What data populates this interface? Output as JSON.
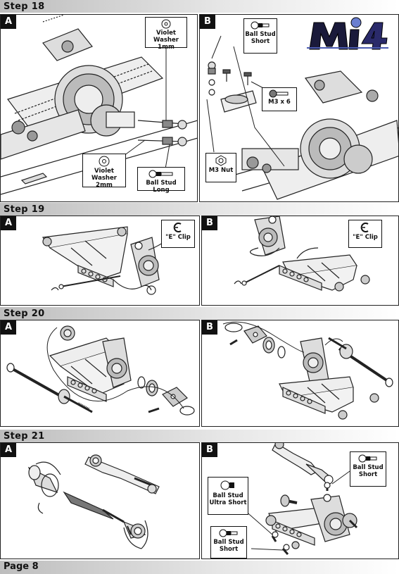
{
  "logo_text": "Mi4",
  "steps": [
    {
      "title": "Step 18"
    },
    {
      "title": "Step 19"
    },
    {
      "title": "Step 20"
    },
    {
      "title": "Step 21"
    }
  ],
  "panels": {
    "s18a": {
      "badge": "A"
    },
    "s18b": {
      "badge": "B"
    },
    "s19a": {
      "badge": "A"
    },
    "s19b": {
      "badge": "B"
    },
    "s20a": {
      "badge": "A"
    },
    "s20b": {
      "badge": "B"
    },
    "s21a": {
      "badge": "A"
    },
    "s21b": {
      "badge": "B"
    }
  },
  "callouts": {
    "violet_washer_1mm": {
      "line1": "Violet Washer",
      "line2": "1mm"
    },
    "violet_washer_2mm": {
      "line1": "Violet Washer",
      "line2": "2mm"
    },
    "ball_stud_long": {
      "line1": "Ball Stud Long"
    },
    "ball_stud_short_18": {
      "line1": "Ball Stud",
      "line2": "Short"
    },
    "m3x6": {
      "line1": "M3 x 6"
    },
    "m3_nut": {
      "line1": "M3 Nut"
    },
    "e_clip_a": {
      "line1": "\"E\" Clip"
    },
    "e_clip_b": {
      "line1": "\"E\" Clip"
    },
    "ball_stud_short_21": {
      "line1": "Ball Stud",
      "line2": "Short"
    },
    "ball_stud_ultra_short": {
      "line1": "Ball Stud",
      "line2": "Ultra Short"
    },
    "ball_stud_short_21b": {
      "line1": "Ball Stud",
      "line2": "Short"
    }
  },
  "page": {
    "label": "Page 8"
  }
}
